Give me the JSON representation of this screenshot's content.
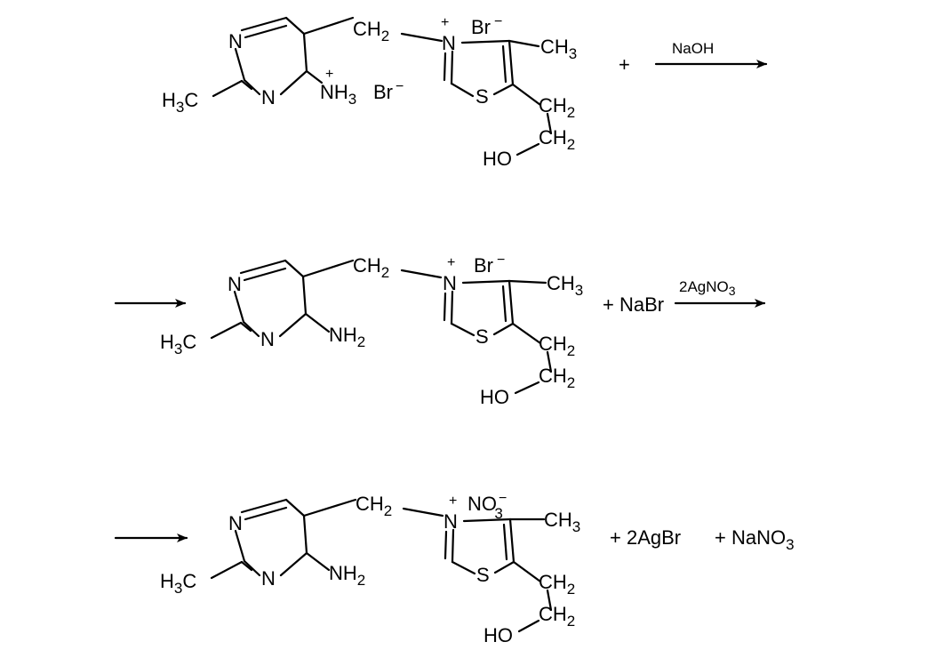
{
  "rows": [
    {
      "pyrimidine": {
        "n1": "N",
        "n3": "N",
        "me_h": "H",
        "me_3": "3",
        "me_c": "C",
        "amine_main": "NH",
        "amine_sub": "3",
        "amine_plus": "+",
        "amine_counter": "Br",
        "amine_counter_charge": "−"
      },
      "bridge": {
        "ch": "CH",
        "sub": "2"
      },
      "thiazolium": {
        "n": "N",
        "n_plus": "+",
        "counter": "Br",
        "counter_charge": "−",
        "s": "S",
        "methyl": "CH",
        "methyl_sub": "3"
      },
      "chain": {
        "ch2a": "CH",
        "ch2a_sub": "2",
        "ch2b": "CH",
        "ch2b_sub": "2",
        "oh": "HO"
      },
      "plus": "+",
      "reagent": "NaOH"
    },
    {
      "pyrimidine": {
        "n1": "N",
        "n3": "N",
        "me_h": "H",
        "me_3": "3",
        "me_c": "C",
        "amine_main": "NH",
        "amine_sub": "2"
      },
      "bridge": {
        "ch": "CH",
        "sub": "2"
      },
      "thiazolium": {
        "n": "N",
        "n_plus": "+",
        "counter": "Br",
        "counter_charge": "−",
        "s": "S",
        "methyl": "CH",
        "methyl_sub": "3"
      },
      "chain": {
        "ch2a": "CH",
        "ch2a_sub": "2",
        "ch2b": "CH",
        "ch2b_sub": "2",
        "oh": "HO"
      },
      "coproduct": "+ NaBr",
      "reagent": "2AgNO",
      "reagent_sub": "3"
    },
    {
      "pyrimidine": {
        "n1": "N",
        "n3": "N",
        "me_h": "H",
        "me_3": "3",
        "me_c": "C",
        "amine_main": "NH",
        "amine_sub": "2"
      },
      "bridge": {
        "ch": "CH",
        "sub": "2"
      },
      "thiazolium": {
        "n": "N",
        "n_plus": "+",
        "counter": "NO",
        "counter_sub": "3",
        "counter_charge": "−",
        "s": "S",
        "methyl": "CH",
        "methyl_sub": "3"
      },
      "chain": {
        "ch2a": "CH",
        "ch2a_sub": "2",
        "ch2b": "CH",
        "ch2b_sub": "2",
        "oh": "HO"
      },
      "products_a": "+  2AgBr",
      "products_b": "+ NaNO",
      "products_b_sub": "3"
    }
  ]
}
